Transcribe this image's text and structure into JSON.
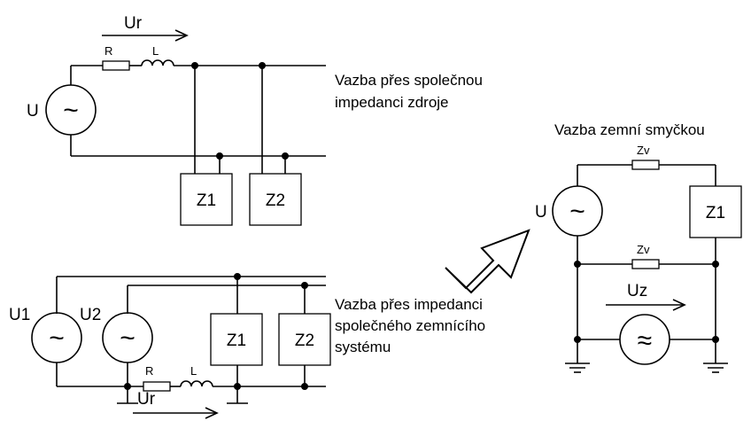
{
  "colors": {
    "line": "#000000",
    "background": "#ffffff"
  },
  "top_circuit": {
    "ur_label": "Ur",
    "r_label": "R",
    "l_label": "L",
    "source_label": "U",
    "sine_symbol": "~",
    "z1_label": "Z1",
    "z2_label": "Z2",
    "caption_line1": "Vazba přes společnou",
    "caption_line2": "impedanci zdroje"
  },
  "bottom_circuit": {
    "u1_label": "U1",
    "u2_label": "U2",
    "sine_symbol": "~",
    "r_label": "R",
    "l_label": "L",
    "ur_label": "Ur",
    "z1_label": "Z1",
    "z2_label": "Z2",
    "caption_line1": "Vazba přes impedanci",
    "caption_line2": "společného zemnícího",
    "caption_line3": "systému"
  },
  "ground_loop": {
    "title": "Vazba zemní smyčkou",
    "source_label": "U",
    "sine_symbol": "~",
    "zv_top_label": "Zv",
    "zv_mid_label": "Zv",
    "z1_label": "Z1",
    "uz_label": "Uz",
    "noise_symbol": "≈"
  },
  "arrow_icon": "hollow-arrow-up-right"
}
